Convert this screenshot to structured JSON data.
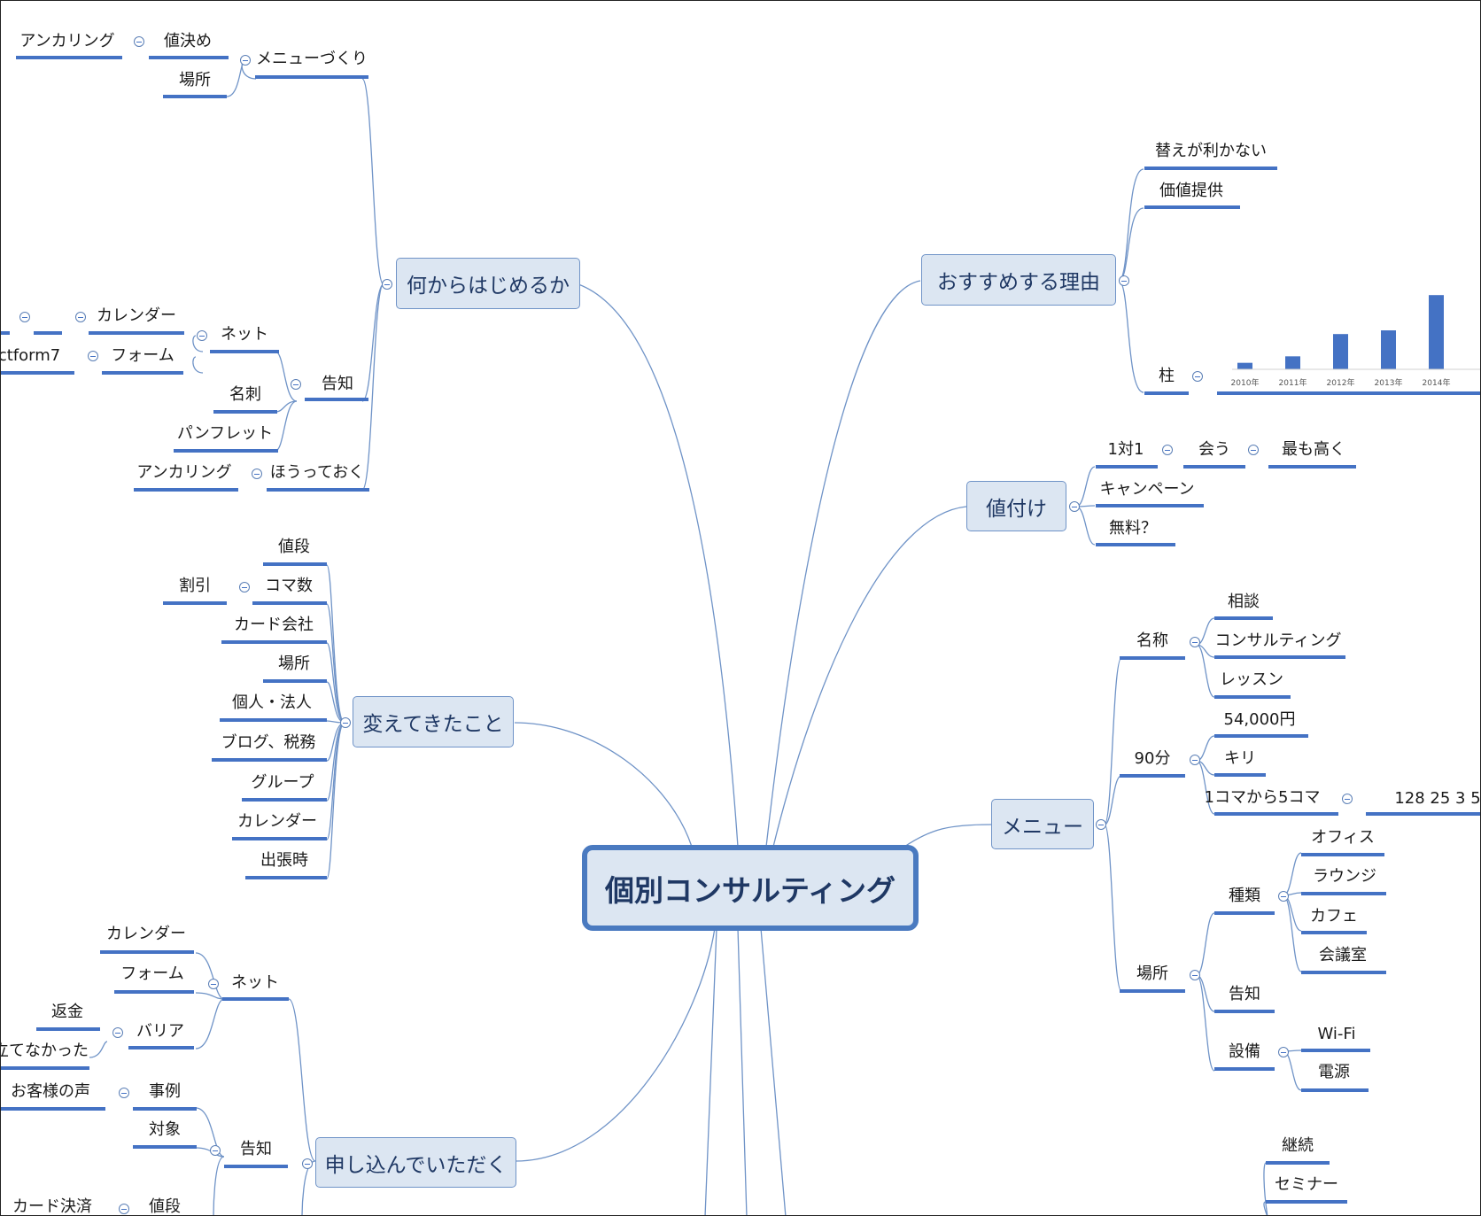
{
  "colors": {
    "accent": "#4472c4",
    "topic_fill": "#dce6f2",
    "topic_border": "#6f93c7",
    "line": "#6f93c7"
  },
  "central": "個別コンサルティング",
  "main": {
    "start": "何からはじめるか",
    "changes": "変えてきたこと",
    "apply": "申し込んでいただく",
    "reason": "おすすめする理由",
    "pricing": "値付け",
    "menu": "メニュー"
  },
  "start": {
    "menu_making": "メニューづくり",
    "pricing": "値決め",
    "anchoring": "アンカリング",
    "place": "場所",
    "notice": "告知",
    "net": "ネット",
    "calendar": "カレンダー",
    "form": "フォーム",
    "contactform": "ctform7",
    "card": "名刺",
    "pamphlet": "パンフレット",
    "leave": "ほうっておく",
    "anchoring2": "アンカリング"
  },
  "changes": [
    "値段",
    "コマ数",
    "カード会社",
    "場所",
    "個人・法人",
    "ブログ、税務",
    "グループ",
    "カレンダー",
    "出張時"
  ],
  "changes_sub": "割引",
  "apply": {
    "net": "ネット",
    "calendar": "カレンダー",
    "form": "フォーム",
    "barrier": "バリア",
    "refund": "返金",
    "not_useful": "立てなかった",
    "notice": "告知",
    "case": "事例",
    "voice": "お客様の声",
    "target": "対象",
    "price": "値段",
    "card": "カード決済"
  },
  "reason": {
    "irreplaceable": "替えが利かない",
    "value": "価値提供",
    "pillar": "柱"
  },
  "reason_chart": {
    "chart_data": {
      "type": "bar",
      "categories": [
        "2010年",
        "2011年",
        "2012年",
        "2013年",
        "2014年"
      ],
      "values": [
        7,
        14,
        38,
        42,
        80
      ],
      "ylim": [
        0,
        105
      ]
    }
  },
  "pricing": {
    "one_on_one": "1対1",
    "meet": "会う",
    "highest": "最も高く",
    "campaign": "キャンペーン",
    "free": "無料？"
  },
  "menu": {
    "name": "名称",
    "consult": "相談",
    "consulting": "コンサルティング",
    "lesson": "レッスン",
    "ninety": "90分",
    "price": "54,000円",
    "kiri": "キリ",
    "koma": "1コマから5コマ",
    "numbers": "128 25 3 5",
    "place": "場所",
    "kind": "種類",
    "office": "オフィス",
    "lounge": "ラウンジ",
    "cafe": "カフェ",
    "meeting": "会議室",
    "notice": "告知",
    "equipment": "設備",
    "wifi": "Wi-Fi",
    "power": "電源"
  },
  "bottom": {
    "continue": "継続",
    "seminar": "セミナー"
  }
}
